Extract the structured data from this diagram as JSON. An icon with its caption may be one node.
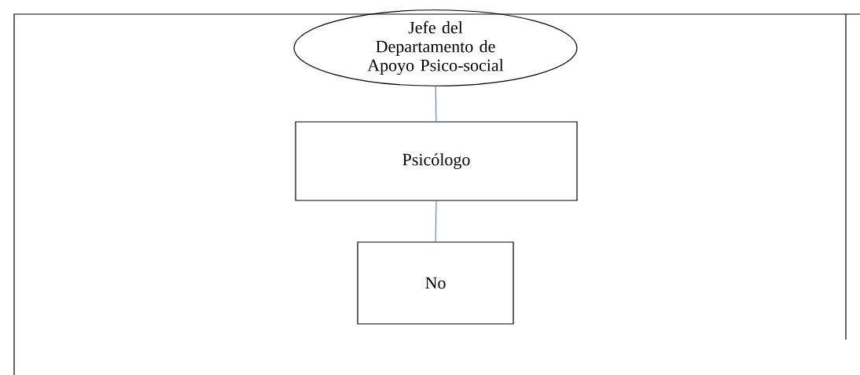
{
  "diagram": {
    "nodes": [
      {
        "text": [
          "Jefe del Departamento de Apoyo Psico-social"
        ]
      },
      {
        "text": [
          "Psicólogo"
        ]
      },
      {
        "text": [
          "No"
        ]
      }
    ],
    "edges": [
      {
        "from": 0,
        "to": 1,
        "arrow": "none"
      },
      {
        "from": 1,
        "to": 2,
        "arrow": "none"
      }
    ]
  }
}
